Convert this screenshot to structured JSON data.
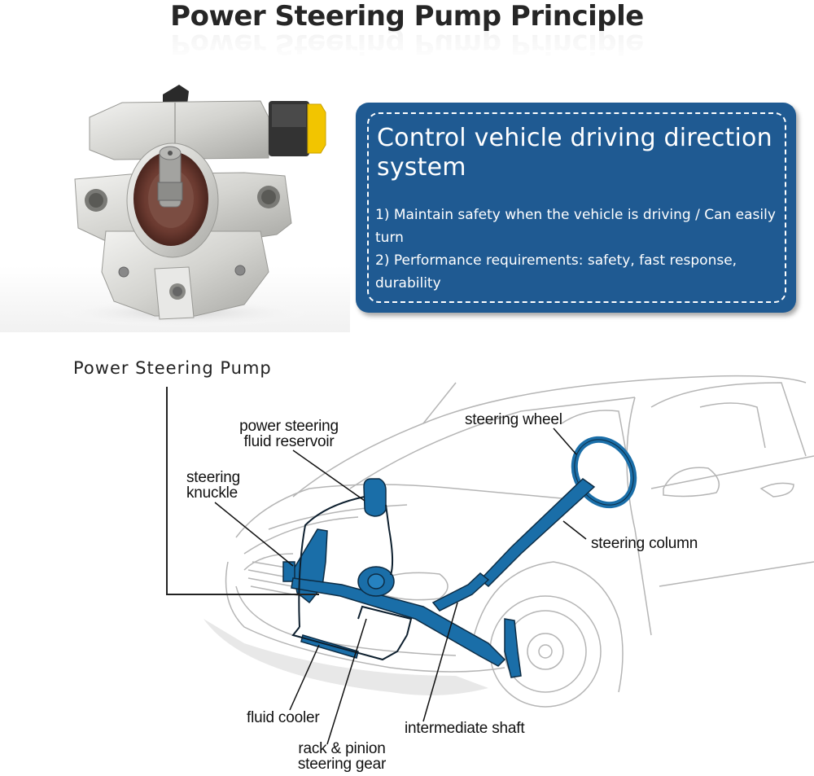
{
  "title": "Power Steering Pump Principle",
  "pump_photo": {
    "alt": "Power steering pump product photo",
    "accent_colors": {
      "body": "#d6d6d2",
      "seal": "#6b3a30",
      "cap": "#f2c500",
      "fitting": "#2f2f2f"
    }
  },
  "info_box": {
    "heading": "Control vehicle driving direction system",
    "points": [
      "1) Maintain safety when the vehicle is driving / Can easily turn",
      "2) Performance requirements: safety, fast response, durability"
    ],
    "colors": {
      "background": "#1f5a92",
      "border": "#ffffff",
      "text": "#ffffff"
    }
  },
  "diagram": {
    "pump_label": "Power Steering Pump",
    "component_color": "#1a6ea8",
    "callouts": {
      "reservoir_line1": "power steering",
      "reservoir_line2": "fluid reservoir",
      "knuckle_line1": "steering",
      "knuckle_line2": "knuckle",
      "wheel": "steering wheel",
      "column": "steering column",
      "cooler": "fluid cooler",
      "rack_line1": "rack & pinion",
      "rack_line2": "steering gear",
      "shaft": "intermediate shaft"
    }
  }
}
